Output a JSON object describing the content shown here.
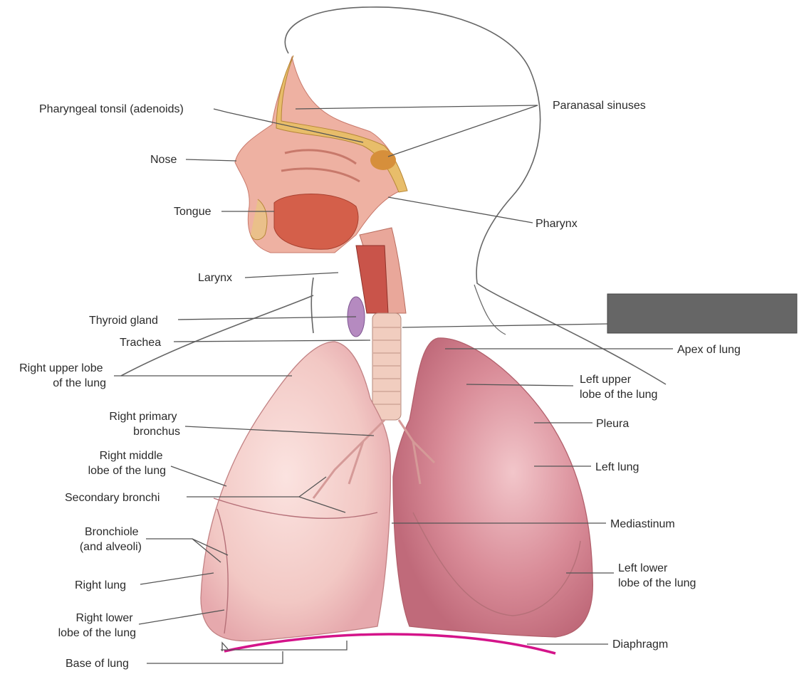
{
  "labels": {
    "pharyngeal_tonsil": "Pharyngeal tonsil (adenoids)",
    "nose": "Nose",
    "tongue": "Tongue",
    "larynx": "Larynx",
    "thyroid_gland": "Thyroid gland",
    "trachea": "Trachea",
    "right_upper_lobe": [
      "Right upper lobe",
      "of the lung"
    ],
    "right_primary_bronchus": [
      "Right primary",
      "bronchus"
    ],
    "right_middle_lobe": [
      "Right middle",
      "lobe of the lung"
    ],
    "secondary_bronchi": "Secondary bronchi",
    "bronchiole": [
      "Bronchiole",
      "(and alveoli)"
    ],
    "right_lung": "Right lung",
    "right_lower_lobe": [
      "Right lower",
      "lobe of the lung"
    ],
    "base_of_lung": "Base of lung",
    "paranasal_sinuses": "Paranasal sinuses",
    "pharynx": "Pharynx",
    "apex_of_lung": "Apex of lung",
    "left_upper_lobe": [
      "Left upper",
      "lobe of the lung"
    ],
    "pleura": "Pleura",
    "left_lung": "Left lung",
    "mediastinum": "Mediastinum",
    "left_lower_lobe": [
      "Left lower",
      "lobe of the lung"
    ],
    "diaphragm": "Diaphragm"
  },
  "colors": {
    "lung_fill": "#f2c8c4",
    "lung_dark": "#c9707c",
    "tissue": "#e9a79a",
    "bone": "#e8bd6a",
    "diaphragm": "#d4148a",
    "mask_box": "#666666",
    "outline": "#666666"
  }
}
